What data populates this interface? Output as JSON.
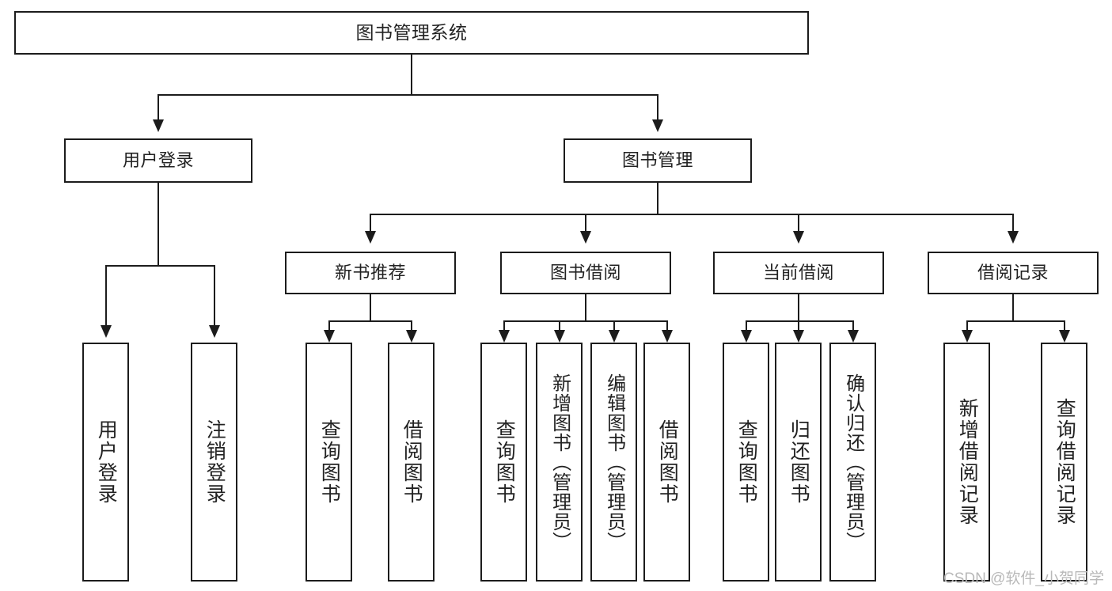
{
  "diagram": {
    "title": "图书管理系统",
    "type": "functional-decomposition-tree",
    "root": {
      "label": "图书管理系统"
    },
    "level2": [
      {
        "label": "用户登录"
      },
      {
        "label": "图书管理"
      }
    ],
    "level3": [
      {
        "label": "新书推荐"
      },
      {
        "label": "图书借阅"
      },
      {
        "label": "当前借阅"
      },
      {
        "label": "借阅记录"
      }
    ],
    "leaves": {
      "user_login": [
        {
          "label": "用户登录"
        },
        {
          "label": "注销登录"
        }
      ],
      "new_book_recommend": [
        {
          "label": "查询图书"
        },
        {
          "label": "借阅图书"
        }
      ],
      "book_borrow": [
        {
          "label": "查询图书"
        },
        {
          "label": "新增图书（管理员）"
        },
        {
          "label": "编辑图书（管理员）"
        },
        {
          "label": "借阅图书"
        }
      ],
      "current_borrow": [
        {
          "label": "查询图书"
        },
        {
          "label": "归还图书"
        },
        {
          "label": "确认归还（管理员）"
        }
      ],
      "borrow_record": [
        {
          "label": "新增借阅记录"
        },
        {
          "label": "查询借阅记录"
        }
      ]
    }
  },
  "watermark": {
    "text": "CSDN @软件_小贺同学"
  },
  "colors": {
    "stroke": "#1c1c1c",
    "fill": "#ffffff",
    "text": "#222222",
    "watermark": "#b9b9b9"
  }
}
